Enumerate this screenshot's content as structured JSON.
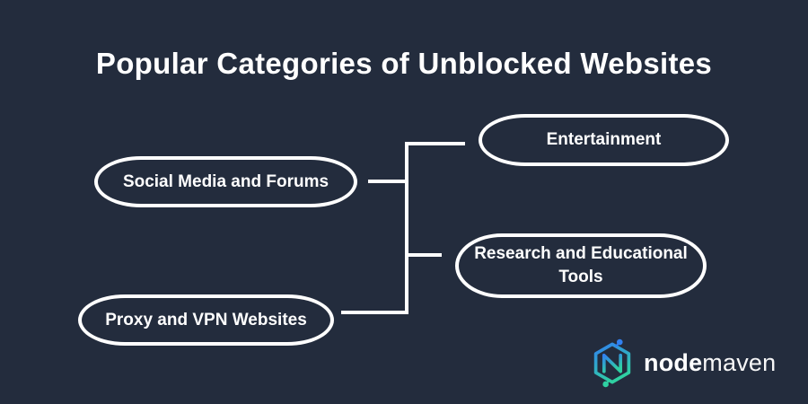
{
  "title": "Popular Categories of Unblocked Websites",
  "diagram": {
    "nodes": [
      {
        "id": "social-media",
        "label": "Social Media and Forums"
      },
      {
        "id": "entertainment",
        "label": "Entertainment"
      },
      {
        "id": "research-tools",
        "label": "Research and Educational\nTools"
      },
      {
        "id": "proxy-vpn",
        "label": "Proxy and VPN Websites"
      }
    ],
    "connections": [
      {
        "from": "social-media",
        "to": "entertainment"
      },
      {
        "from": "social-media",
        "to": "research-tools"
      },
      {
        "from": "proxy-vpn",
        "to": "entertainment"
      },
      {
        "from": "proxy-vpn",
        "to": "research-tools"
      }
    ]
  },
  "logo": {
    "brand": "nodemaven",
    "text_bold": "node",
    "text_light": "maven"
  },
  "colors": {
    "background": "#232c3d",
    "line": "#ffffff",
    "text": "#ffffff",
    "logo_blue": "#3180f0",
    "logo_teal": "#2fd0a2"
  }
}
